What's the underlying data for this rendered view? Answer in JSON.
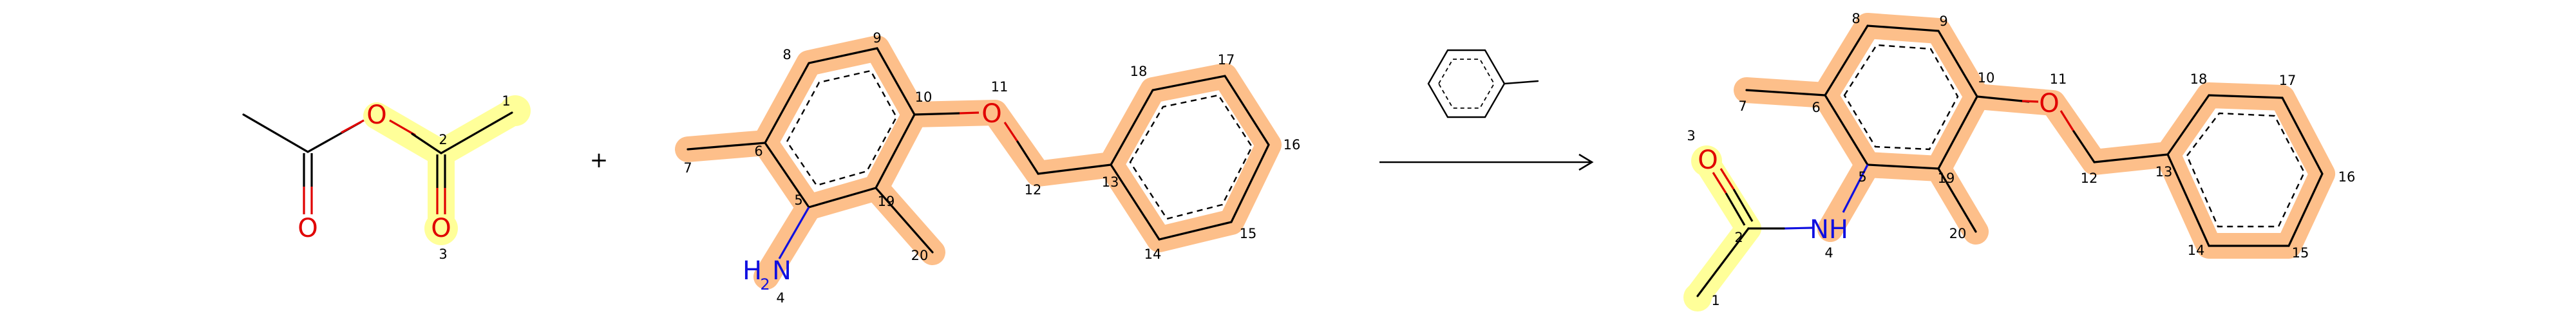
{
  "reaction": {
    "operator_plus": "+",
    "colors": {
      "highlight_reaction_center": "#FFFF99",
      "highlight_mapped": "#FDBF8A",
      "oxygen": "#E00000",
      "nitrogen": "#1010E0",
      "bond": "#000000"
    },
    "reactant_1": {
      "name": "acetic anhydride",
      "atom_labels": {
        "o_bridge": "O",
        "o_carbonyl_left": "O",
        "o_carbonyl_right": "O"
      },
      "map_numbers": {
        "c1": "1",
        "c2": "2",
        "o3": "3"
      }
    },
    "reactant_2": {
      "atom_labels": {
        "o11": "O",
        "n4_main": "H",
        "n4_sub": "2",
        "n4_N": "N"
      },
      "map_numbers": {
        "m4": "4",
        "m5": "5",
        "m6": "6",
        "m7": "7",
        "m8": "8",
        "m9": "9",
        "m10": "10",
        "m11": "11",
        "m12": "12",
        "m13": "13",
        "m14": "14",
        "m15": "15",
        "m16": "16",
        "m17": "17",
        "m18": "18",
        "m19": "19",
        "m20": "20"
      }
    },
    "reagent": {
      "name": "toluene"
    },
    "product": {
      "atom_labels": {
        "o3": "O",
        "o11": "O",
        "n4": "NH"
      },
      "map_numbers": {
        "m1": "1",
        "m2": "2",
        "m3": "3",
        "m4": "4",
        "m5": "5",
        "m6": "6",
        "m7": "7",
        "m8": "8",
        "m9": "9",
        "m10": "10",
        "m11": "11",
        "m12": "12",
        "m13": "13",
        "m14": "14",
        "m15": "15",
        "m16": "16",
        "m17": "17",
        "m18": "18",
        "m19": "19",
        "m20": "20"
      }
    }
  }
}
